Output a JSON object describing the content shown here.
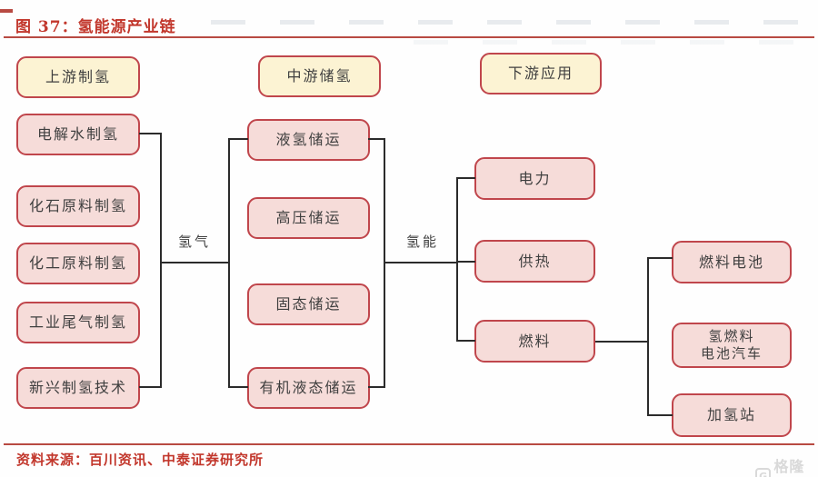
{
  "title": "图 37：氢能源产业链",
  "headers": {
    "upstream": "上游制氢",
    "midstream": "中游储氢",
    "downstream": "下游应用"
  },
  "upstream_nodes": [
    "电解水制氢",
    "化石原料制氢",
    "化工原料制氢",
    "工业尾气制氢",
    "新兴制氢技术"
  ],
  "midstream_nodes": [
    "液氢储运",
    "高压储运",
    "固态储运",
    "有机液态储运"
  ],
  "application_nodes": [
    "电力",
    "供热",
    "燃料"
  ],
  "fuel_subnodes": [
    "燃料电池",
    "氢燃料\n电池汽车",
    "加氢站"
  ],
  "connector_labels": {
    "gas": "氢气",
    "energy": "氢能"
  },
  "source": "资料来源：百川资讯、中泰证券研究所",
  "watermark": {
    "logo": "G",
    "text": "格隆汇"
  },
  "colors": {
    "accent": "#c2372c",
    "rule": "#b84a42",
    "node_fill": "#f6dcd9",
    "node_border": "#c0464c",
    "header_fill": "#fcf3d3",
    "node_text": "#3f3f3f",
    "line": "#2b2b2b",
    "watermark": "#d9d9d9"
  }
}
